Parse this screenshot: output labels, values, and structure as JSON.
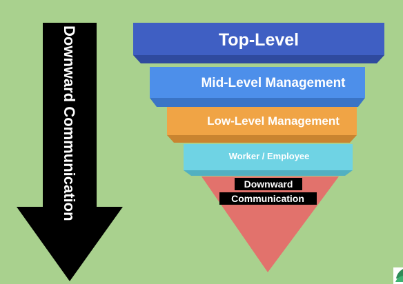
{
  "diagram": {
    "arrow_label": "Downward Communication",
    "tiers": [
      {
        "label": "Top-Level",
        "color": "#3f5fc3",
        "side_color": "#2f4a9e"
      },
      {
        "label": "Mid-Level Management",
        "color": "#4d8fea",
        "side_color": "#3a74c6"
      },
      {
        "label": "Low-Level Management",
        "color": "#f0a445",
        "side_color": "#c98430"
      },
      {
        "label": "Worker / Employee",
        "color": "#6fd3e4",
        "side_color": "#52b0c1"
      }
    ],
    "bottom_label_line1": "Downward",
    "bottom_label_line2": "Communication",
    "bottom_color": "#e2726c",
    "arrow_color": "#000000",
    "background_color": "#a9d18e",
    "logo_icon": "leaf-logo-icon"
  }
}
